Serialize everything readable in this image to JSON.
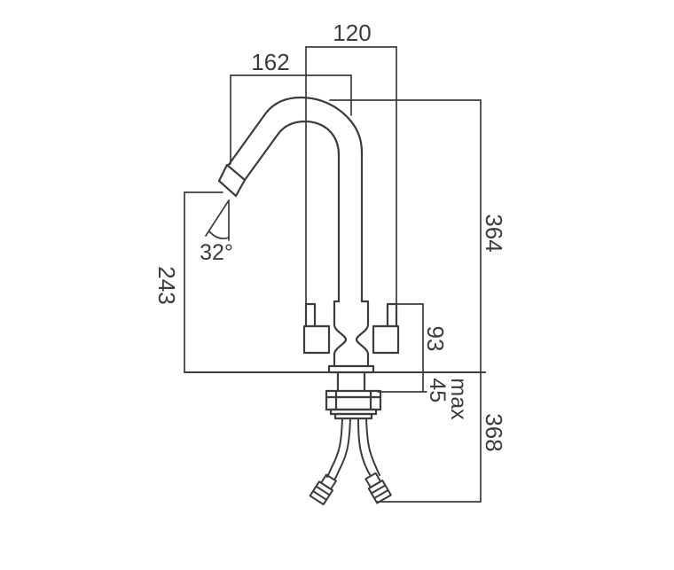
{
  "diagram": {
    "dimensions": {
      "handle_span": "120",
      "spout_reach": "162",
      "spout_height": "364",
      "below_counter_depth": "368",
      "body_height": "93",
      "max_counter_label": "max",
      "max_counter_value": "45",
      "outlet_clearance": "243",
      "spout_angle": "32°"
    },
    "colors": {
      "line": "#3c3c3c",
      "background": "#ffffff"
    }
  }
}
